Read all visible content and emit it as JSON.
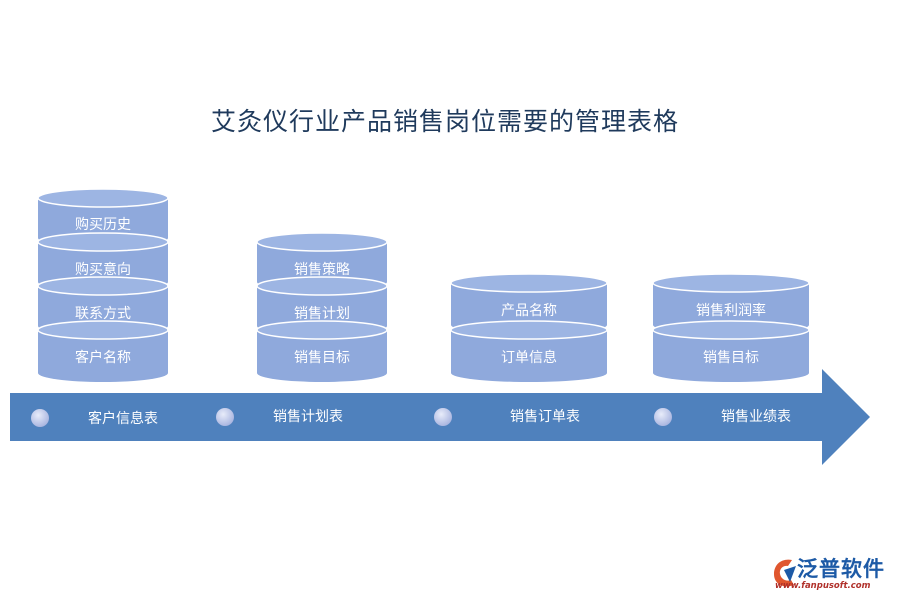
{
  "title": "艾灸仪行业产品销售岗位需要的管理表格",
  "tables": [
    {
      "name": "客户信息表",
      "fields": [
        "购买历史",
        "购买意向",
        "联系方式",
        "客户名称"
      ]
    },
    {
      "name": "销售计划表",
      "fields": [
        "销售策略",
        "销售计划",
        "销售目标"
      ]
    },
    {
      "name": "销售订单表",
      "fields": [
        "产品名称",
        "订单信息"
      ]
    },
    {
      "name": "销售业绩表",
      "fields": [
        "销售利润率",
        "销售目标"
      ]
    }
  ],
  "logo": {
    "name": "泛普软件",
    "url": "www.fanpusoft.com"
  },
  "colors": {
    "cylinder": "#8fa9dc",
    "arrow": "#4f81bd",
    "dot": "#c5d0ee",
    "title": "#1f3a5c"
  }
}
